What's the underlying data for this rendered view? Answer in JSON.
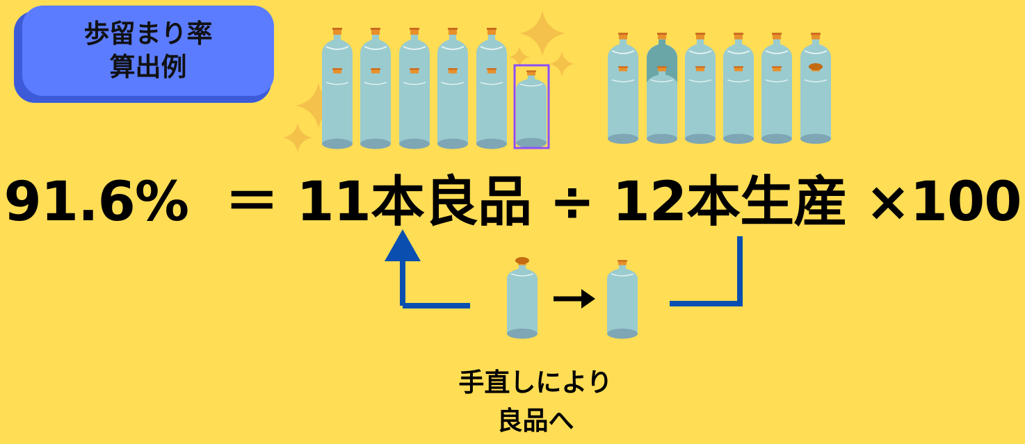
{
  "badge": {
    "line1": "歩留まり率",
    "line2": "算出例"
  },
  "formula": {
    "result": "91.6%",
    "equals": "＝",
    "good": "11本良品",
    "divide": "÷",
    "produced": "12本生産",
    "times": "×100"
  },
  "rework": {
    "line1": "手直しにより",
    "line2": "良品へ"
  },
  "colors": {
    "background": "#FFDD55",
    "badge": "#5B7CFF",
    "bottle": "#9ACBCF",
    "bottle_dark": "#6AA6A8",
    "cap": "#E8902A",
    "arrow": "#0A4FB0",
    "highlight": "#8A4FFF",
    "sparkle": "#F4C24A"
  },
  "icons": [
    "bottle-icon",
    "sparkle-icon",
    "arrow-up-icon",
    "arrow-right-icon"
  ]
}
